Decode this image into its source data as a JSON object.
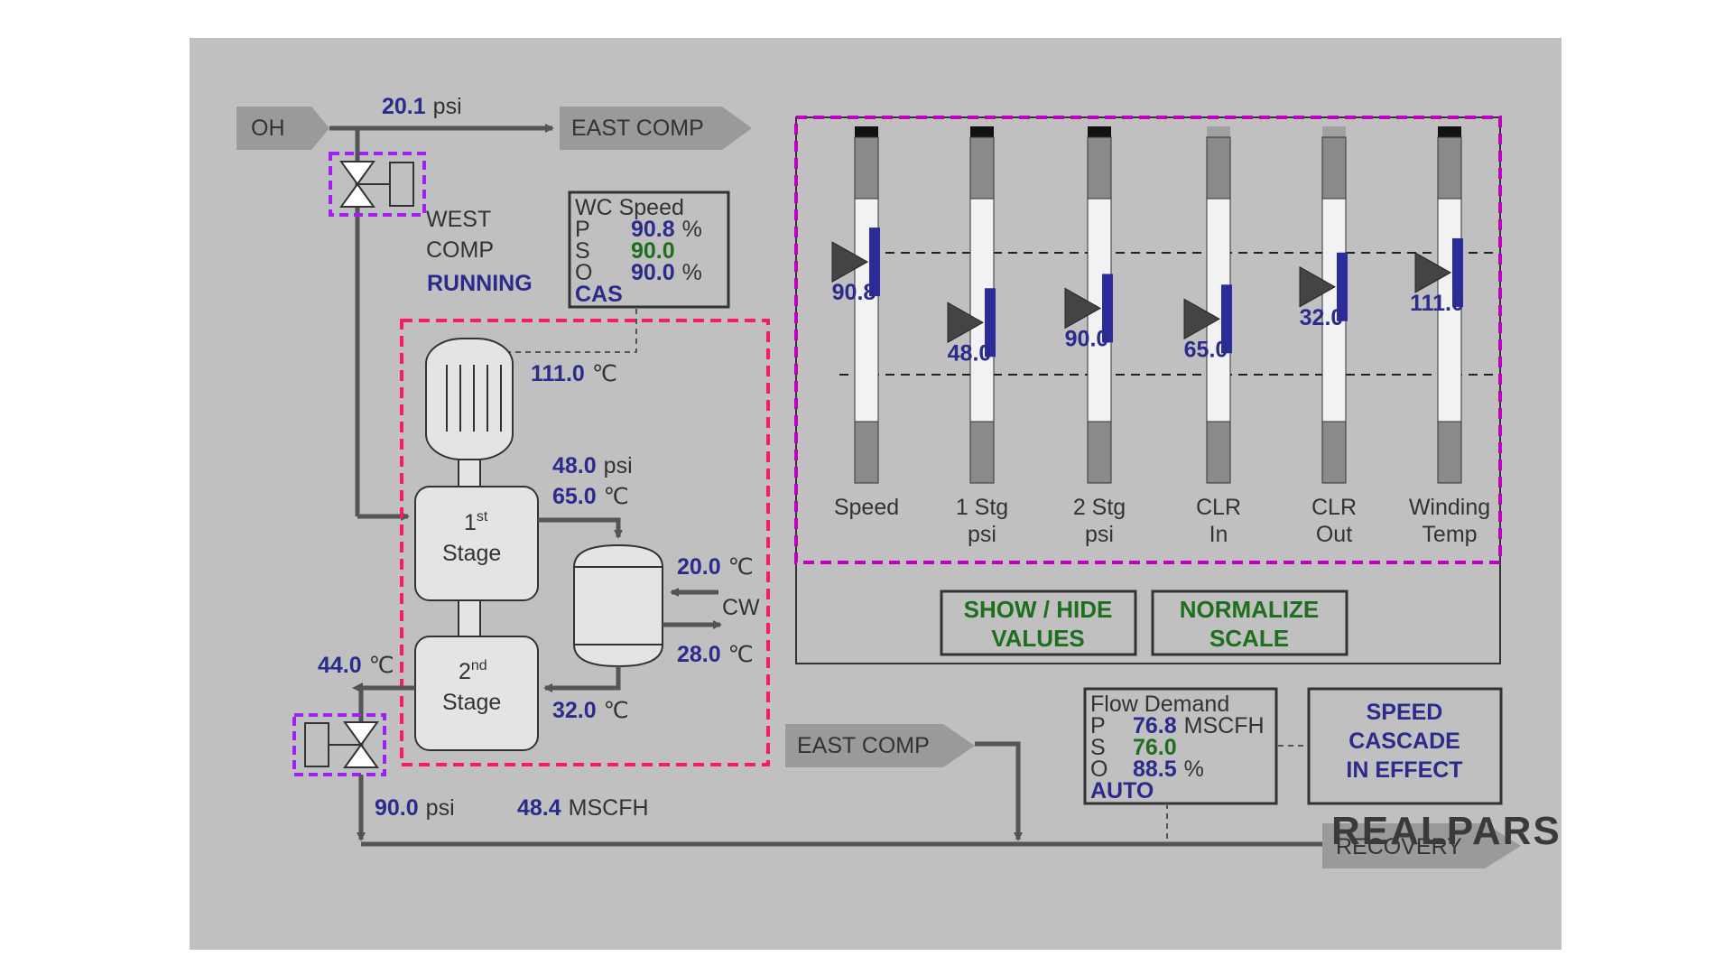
{
  "colors": {
    "panel_bg": "#c0c0c0",
    "value_blue": "#2b2b8c",
    "value_green": "#1e6e1e",
    "pipe": "#555555",
    "valve_highlight": "#a020f0",
    "compressor_highlight": "#ff1a5e",
    "trend_highlight": "#c000c0"
  },
  "icons": [
    "valve-icon",
    "motor-icon",
    "cooler-vessel-icon",
    "compressor-stage-icon",
    "flow-arrow-icon",
    "indicator-pointer-icon"
  ],
  "header": {
    "oh_label": "OH",
    "oh_pressure_value": "20.1",
    "oh_pressure_unit": "psi",
    "east_comp_label": "EAST COMP"
  },
  "west_comp": {
    "label_line1": "WEST",
    "label_line2": "COMP",
    "status": "RUNNING"
  },
  "wc_speed": {
    "title": "WC Speed",
    "p_label": "P",
    "p_value": "90.8",
    "p_unit": "%",
    "s_label": "S",
    "s_value": "90.0",
    "o_label": "O",
    "o_value": "90.0",
    "o_unit": "%",
    "mode": "CAS"
  },
  "compressor": {
    "winding_temp_value": "111.0",
    "winding_temp_unit": "℃",
    "stage1_sup": "st",
    "stage1_num": "1",
    "stage1_label": "Stage",
    "stage2_sup": "nd",
    "stage2_num": "2",
    "stage2_label": "Stage",
    "stage1_out_pressure_value": "48.0",
    "stage1_out_pressure_unit": "psi",
    "stage1_out_temp_value": "65.0",
    "stage1_out_temp_unit": "℃",
    "cw_in_temp_value": "20.0",
    "cw_in_temp_unit": "℃",
    "cw_label": "CW",
    "cw_out_temp_value": "28.0",
    "cw_out_temp_unit": "℃",
    "cooler_out_temp_value": "32.0",
    "cooler_out_temp_unit": "℃",
    "stage2_out_temp_value": "44.0",
    "stage2_out_temp_unit": "℃"
  },
  "bottom": {
    "discharge_pressure_value": "90.0",
    "discharge_pressure_unit": "psi",
    "flow_value": "48.4",
    "flow_unit": "MSCFH",
    "east_comp_label": "EAST COMP",
    "recovery_label": "RECOVERY"
  },
  "trends": {
    "bars": [
      {
        "label1": "Speed",
        "label2": "",
        "value": "90.8",
        "level": 0.62
      },
      {
        "label1": "1 Stg",
        "label2": "psi",
        "value": "48.0",
        "level": 0.45
      },
      {
        "label1": "2 Stg",
        "label2": "psi",
        "value": "90.0",
        "level": 0.49
      },
      {
        "label1": "CLR",
        "label2": "In",
        "value": "65.0",
        "level": 0.46
      },
      {
        "label1": "CLR",
        "label2": "Out",
        "value": "32.0",
        "level": 0.55
      },
      {
        "label1": "Winding",
        "label2": "Temp",
        "value": "111.0",
        "level": 0.59
      }
    ],
    "show_hide_line1": "SHOW / HIDE",
    "show_hide_line2": "VALUES",
    "normalize_line1": "NORMALIZE",
    "normalize_line2": "SCALE"
  },
  "flow_demand": {
    "title": "Flow Demand",
    "p_label": "P",
    "p_value": "76.8",
    "p_unit": "MSCFH",
    "s_label": "S",
    "s_value": "76.0",
    "o_label": "O",
    "o_value": "88.5",
    "o_unit": "%",
    "mode": "AUTO"
  },
  "speed_cascade": {
    "line1": "SPEED",
    "line2": "CASCADE",
    "line3": "IN EFFECT"
  },
  "watermark": {
    "text": "REALPARS"
  }
}
